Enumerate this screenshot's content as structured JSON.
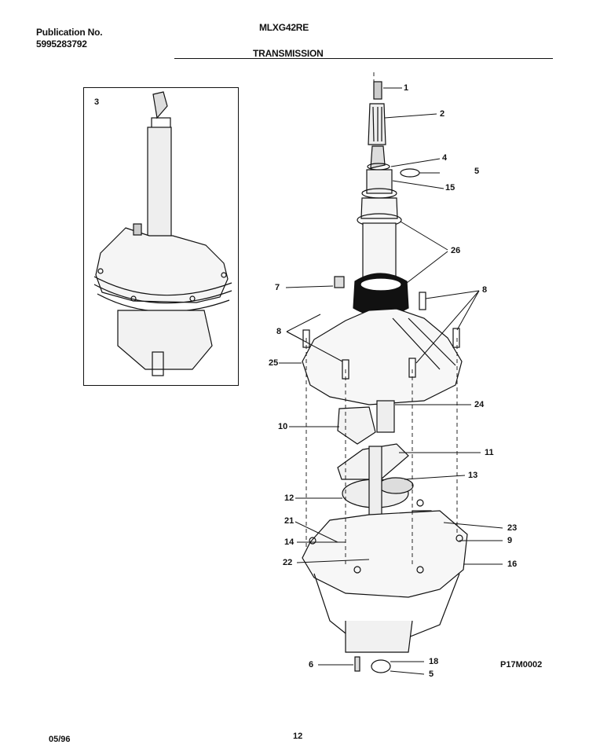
{
  "header": {
    "publication_label": "Publication No.",
    "publication_number": "5995283792",
    "model": "MLXG42RE",
    "section_title": "TRANSMISSION"
  },
  "inset": {
    "callout": "3"
  },
  "callouts": {
    "c1": "1",
    "c2": "2",
    "c4": "4",
    "c5_top": "5",
    "c15": "15",
    "c26": "26",
    "c7": "7",
    "c8_left": "8",
    "c8_right": "8",
    "c25": "25",
    "c24": "24",
    "c10": "10",
    "c11": "11",
    "c13": "13",
    "c12": "12",
    "c21": "21",
    "c23": "23",
    "c14": "14",
    "c9": "9",
    "c22": "22",
    "c16": "16",
    "c6": "6",
    "c18": "18",
    "c5_bottom": "5"
  },
  "diagram_code": "P17M0002",
  "footer": {
    "date": "05/96",
    "page": "12"
  }
}
